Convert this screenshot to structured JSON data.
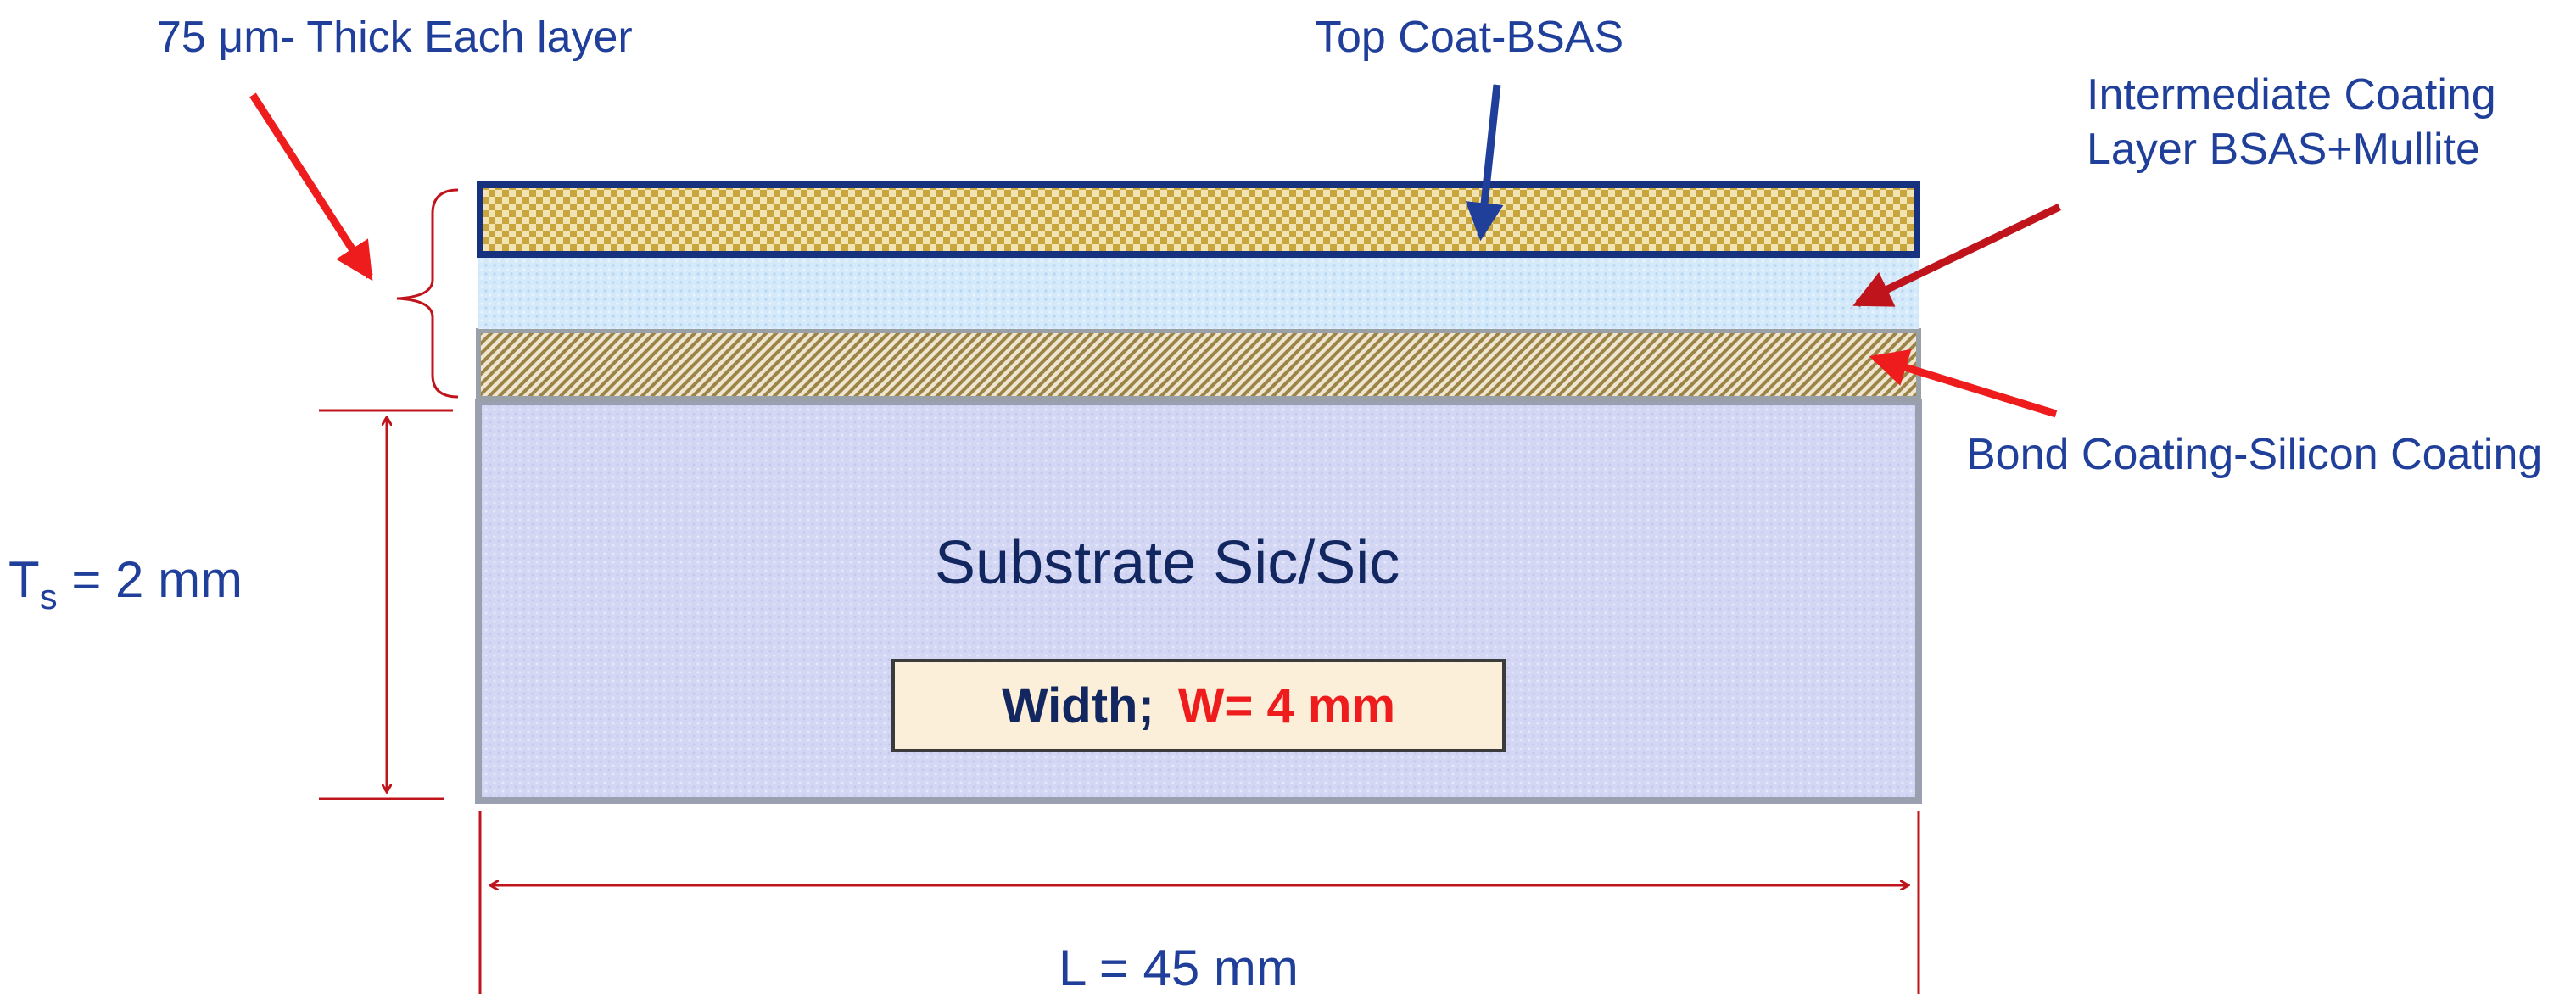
{
  "annotations": {
    "layer_thickness": "75 μm- Thick Each layer",
    "top_coat": "Top Coat-BSAS",
    "intermediate_line1": "Intermediate Coating",
    "intermediate_line2": "Layer BSAS+Mullite",
    "bond_coat": "Bond Coating-Silicon Coating"
  },
  "substrate": {
    "label": "Substrate Sic/Sic",
    "width_label": "Width;",
    "width_value": "W= 4 mm"
  },
  "dimensions": {
    "thickness_symbol": "T",
    "thickness_subscript": "s",
    "thickness_value": " = 2 mm",
    "length_label": "L = 45 mm"
  },
  "colors": {
    "label_blue": "#1f3f9a",
    "label_navy": "#12275f",
    "dimension_red": "#ee1c1c",
    "top_coat_fill": "#c9a53d",
    "intermediate_fill": "#cfe6f8",
    "bond_fill": "#a48f52",
    "substrate_fill": "#d3d7f4",
    "width_box_fill": "#fbefd9"
  }
}
